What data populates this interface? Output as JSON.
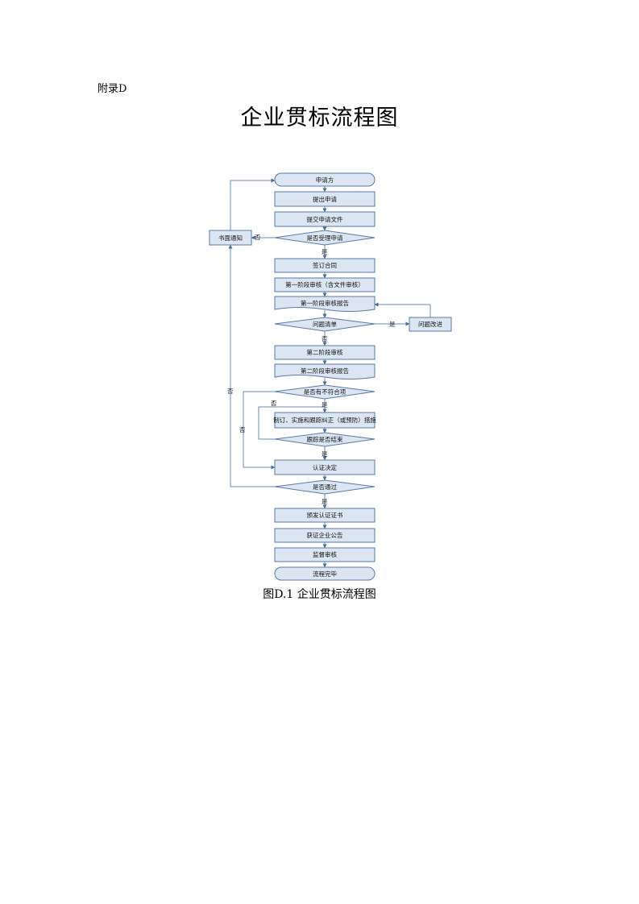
{
  "appendix_label": "附录D",
  "page_title": "企业贯标流程图",
  "figure_caption": "图D.1 企业贯标流程图",
  "flowchart": {
    "colors": {
      "fill": "#dce6f2",
      "stroke": "#5a7aa7",
      "line": "#6b8cba"
    },
    "nodes": {
      "applicant": "申请方",
      "apply": "提出申请",
      "submit_docs": "提交申请文件",
      "accept_decision": "是否受理申请",
      "written_notice": "书面通知",
      "sign_contract": "签订合同",
      "stage1_audit": "第一阶段审核（含文件审核）",
      "stage1_report": "第一阶段审核报告",
      "issue_list": "问题清单",
      "issue_fix": "问题改进",
      "stage2_audit": "第二阶段审核",
      "stage2_report": "第二阶段审核报告",
      "nonconform_decision": "是否有不符合项",
      "corrective_action": "制订、实施和跟踪纠正（或预防）措施",
      "track_decision": "跟踪是否结束",
      "cert_decision": "认证决定",
      "pass_decision": "是否通过",
      "issue_cert": "颁发认证证书",
      "announce": "获证企业公告",
      "surveillance": "监督审核",
      "end": "流程完毕"
    },
    "edge_labels": {
      "accept_no": "否",
      "accept_yes": "是",
      "issue_yes": "是",
      "issue_no": "否",
      "nonconform_no": "否",
      "nonconform_yes": "是",
      "track_no": "否",
      "track_yes": "是",
      "pass_no": "否",
      "pass_yes": "是"
    }
  }
}
